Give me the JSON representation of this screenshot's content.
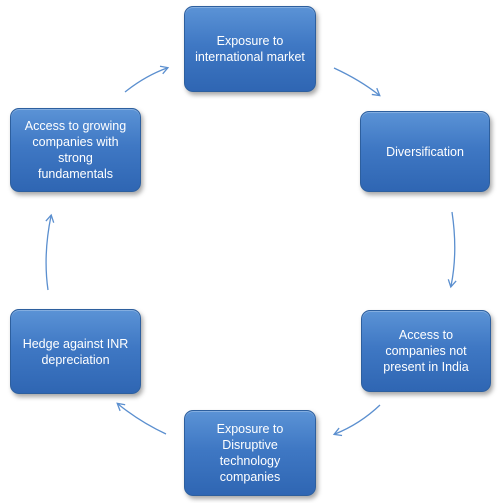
{
  "diagram": {
    "nodes": [
      {
        "id": "top",
        "label": "Exposure to international market"
      },
      {
        "id": "right",
        "label": "Diversification"
      },
      {
        "id": "bottom-right",
        "label": "Access to companies not present in India"
      },
      {
        "id": "bottom",
        "label": "Exposure to Disruptive technology companies"
      },
      {
        "id": "bottom-left",
        "label": "Hedge against INR depreciation"
      },
      {
        "id": "top-left",
        "label": "Access to growing companies with strong fundamentals"
      }
    ],
    "edges": [
      {
        "from": "top",
        "to": "right"
      },
      {
        "from": "right",
        "to": "bottom-right"
      },
      {
        "from": "bottom-right",
        "to": "bottom"
      },
      {
        "from": "bottom",
        "to": "bottom-left"
      },
      {
        "from": "bottom-left",
        "to": "top-left"
      },
      {
        "from": "top-left",
        "to": "top"
      }
    ],
    "colors": {
      "node_fill": "#3f78c4",
      "node_text": "#ffffff",
      "arrow": "#5b8fcf"
    }
  }
}
